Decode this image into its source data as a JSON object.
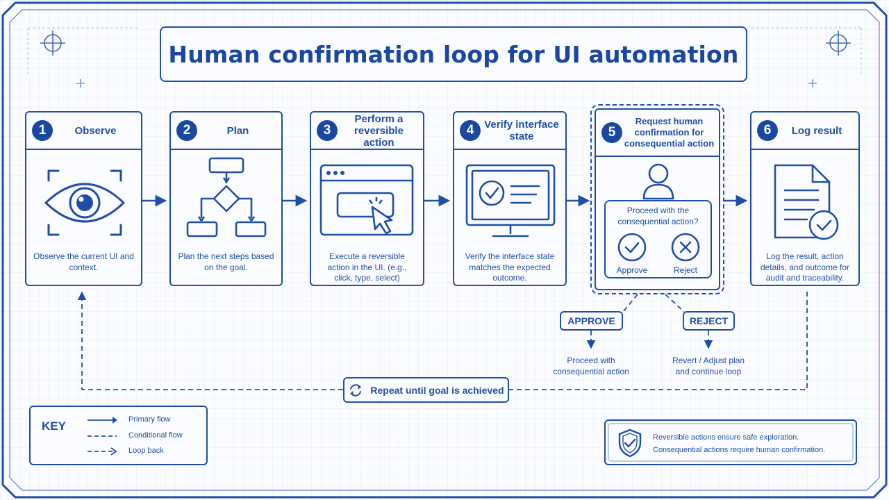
{
  "title": "Human confirmation loop for UI automation",
  "steps": [
    {
      "number": "1",
      "title": "Observe",
      "description": "Observe the current UI and context."
    },
    {
      "number": "2",
      "title": "Plan",
      "description": "Plan the next steps based on the goal."
    },
    {
      "number": "3",
      "title": "Perform a reversible action",
      "description": "Execute a reversible action in the UI. (e.g., click, type, select)"
    },
    {
      "number": "4",
      "title": "Verify interface state",
      "description": "Verify the interface state matches the expected outcome."
    },
    {
      "number": "5",
      "title": "Request human confirmation for consequential action",
      "prompt": "Proceed with the consequential action?",
      "approve_label": "Approve",
      "reject_label": "Reject"
    },
    {
      "number": "6",
      "title": "Log result",
      "description": "Log the result, action details, and outcome for audit and traceability."
    }
  ],
  "branches": {
    "approve": {
      "label": "APPROVE",
      "outcome": "Proceed with consequential action"
    },
    "reject": {
      "label": "REJECT",
      "outcome": "Revert / Adjust plan and continue loop"
    }
  },
  "loop_label": "Repeat until goal is achieved",
  "key": {
    "title": "KEY",
    "items": [
      {
        "style": "solid-arrow",
        "label": "Primary flow"
      },
      {
        "style": "dashed-line",
        "label": "Conditional flow"
      },
      {
        "style": "dashed-arrow",
        "label": "Loop back"
      }
    ]
  },
  "note": {
    "icon": "shield-check-icon",
    "lines": [
      "Reversible actions ensure safe exploration.",
      "Consequential actions require human confirmation."
    ]
  },
  "colors": {
    "primary": "#1f4ea8",
    "background": "#fbfcff"
  }
}
